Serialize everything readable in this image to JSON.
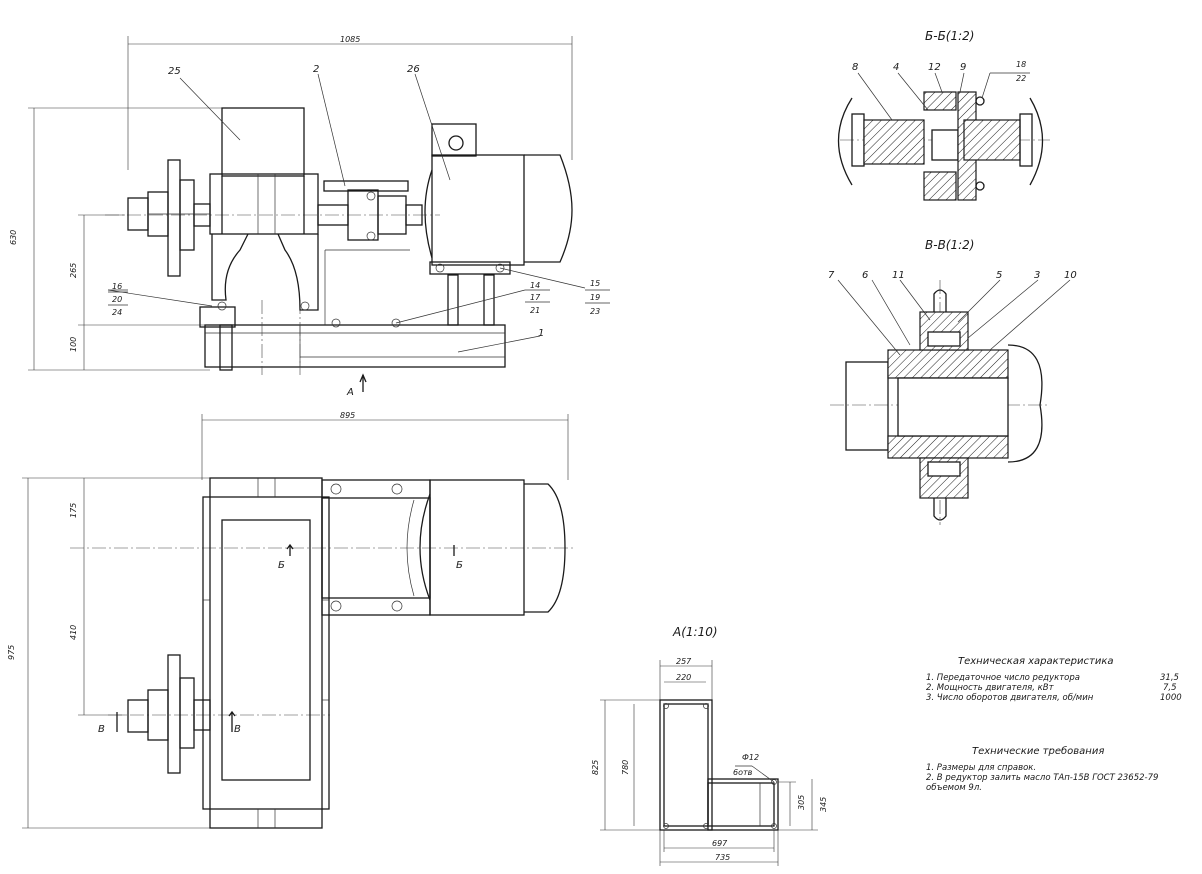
{
  "dimensions": {
    "side_total_width": "1085",
    "side_total_height": "630",
    "side_axis_height": "265",
    "side_base_height": "100",
    "plan_width": "895",
    "plan_top": "175",
    "plan_middle": "410",
    "plan_total": "975",
    "a_width_outer": "257",
    "a_width_inner": "220",
    "a_height_total": "825",
    "a_height_inner": "780",
    "a_low_height": "305",
    "a_low_total": "345",
    "a_length_inner": "697",
    "a_length_total": "735",
    "hole_dia": "Ф12",
    "hole_count": "6отв"
  },
  "part_labels": {
    "p1": "1",
    "p2": "2",
    "p3": "3",
    "p4": "4",
    "p5": "5",
    "p7": "7",
    "p6": "6",
    "p8": "8",
    "p9": "9",
    "p10": "10",
    "p11": "11",
    "p12": "12",
    "p25": "25",
    "p26": "26",
    "f16": "16",
    "f20": "20",
    "f24": "24",
    "f14": "14",
    "f17": "17",
    "f21": "21",
    "f15": "15",
    "f19": "19",
    "f23": "23",
    "f18": "18",
    "f22": "22"
  },
  "section_labels": {
    "section_bb": "Б-Б(1:2)",
    "section_vv": "В-В(1:2)",
    "view_a": "А(1:10)",
    "arrow_a": "А",
    "mark_b1": "Б",
    "mark_b2": "Б",
    "mark_v1": "В",
    "mark_v2": "В"
  },
  "specs": {
    "title": "Техническая характеристика",
    "rows": [
      {
        "label": "1. Передаточное число редуктора",
        "value": "31,5"
      },
      {
        "label": "2. Мощность двигателя, кВт",
        "value": "7,5"
      },
      {
        "label": "3. Число оборотов двигателя, об/мин",
        "value": "1000"
      }
    ]
  },
  "requirements": {
    "title": "Технические требования",
    "line1": "1. Размеры для справок.",
    "line2": "2. В редуктор залить масло ТАп-15В ГОСТ 23652-79",
    "line3": "объемом 9л."
  }
}
